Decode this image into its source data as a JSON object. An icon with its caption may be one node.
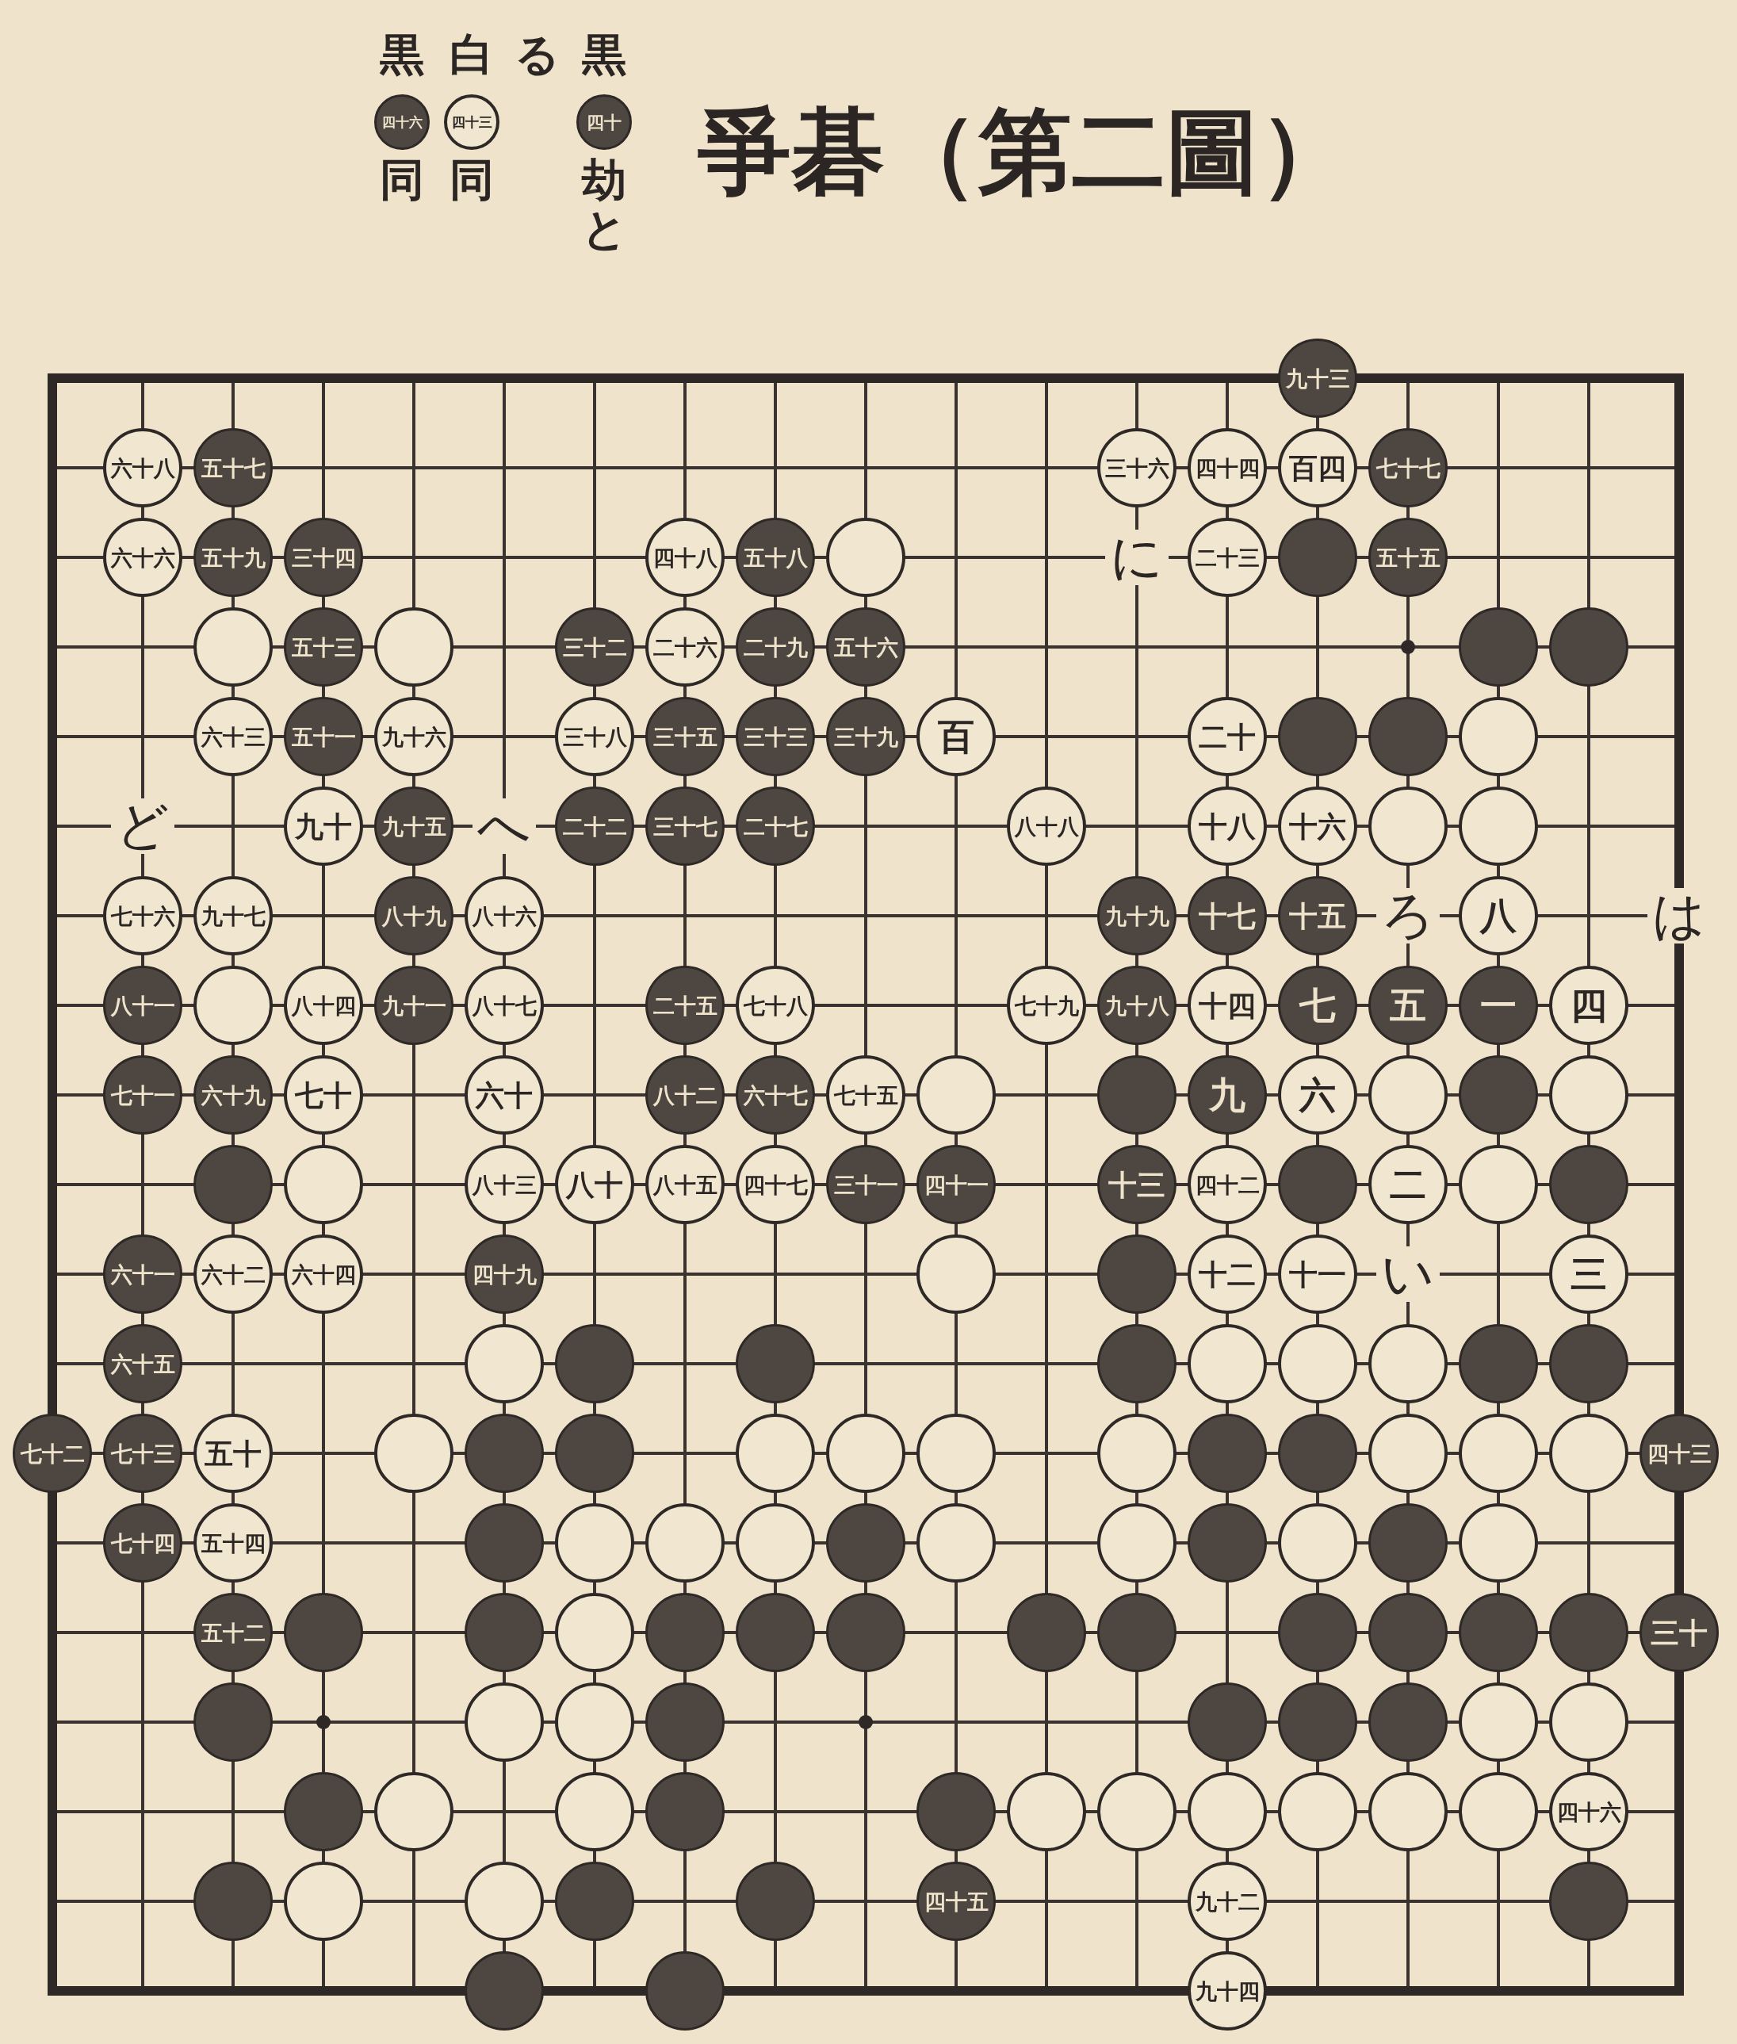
{
  "diagram": {
    "title": "爭碁（第二圖）",
    "nodes": [
      {
        "text": [
          "四十"
        ],
        "beside": [
          "黒",
          "劫と",
          "る"
        ]
      },
      {
        "text": [
          "四十三"
        ],
        "beside": [
          "白",
          "同"
        ]
      },
      {
        "text": [
          "四十六"
        ],
        "beside": [
          "黒",
          "同"
        ]
      },
      {
        "text": [
          "九十三"
        ]
      },
      {
        "text": [
          "六十八"
        ]
      },
      {
        "text": [
          "五十七"
        ]
      },
      {
        "text": [
          "三十六"
        ]
      },
      {
        "text": [
          "四十四"
        ]
      },
      {
        "text": [
          "百四"
        ]
      },
      {
        "text": [
          "七十七"
        ]
      },
      {
        "text": [
          "六十六"
        ]
      },
      {
        "text": [
          "五十九"
        ]
      },
      {
        "text": [
          "三十四"
        ]
      },
      {
        "text": [
          "四十八"
        ]
      },
      {
        "text": [
          "五十八"
        ]
      },
      {
        "text": [],
        "shape": "circle"
      },
      {
        "text": [
          "二十三"
        ]
      },
      {
        "text": [],
        "shape": "circle"
      },
      {
        "text": [
          "五十五"
        ]
      },
      {
        "text": [],
        "shape": "circle"
      },
      {
        "text": [
          "五十三"
        ]
      },
      {
        "text": [],
        "shape": "circle"
      },
      {
        "text": [
          "三十二"
        ]
      },
      {
        "text": [
          "二十六"
        ]
      },
      {
        "text": [
          "二十九"
        ]
      },
      {
        "text": [
          "五十六"
        ]
      },
      {
        "text": [],
        "shape": "circle"
      },
      {
        "text": [],
        "shape": "circle"
      },
      {
        "text": [
          "六十三"
        ]
      },
      {
        "text": [
          "五十一"
        ]
      },
      {
        "text": [
          "九十六"
        ]
      },
      {
        "text": [
          "三十八"
        ]
      },
      {
        "text": [
          "三十五"
        ]
      },
      {
        "text": [
          "三十三"
        ]
      },
      {
        "text": [
          "三十九"
        ]
      },
      {
        "text": [
          "百"
        ]
      },
      {
        "text": [
          "二十"
        ]
      },
      {
        "text": [],
        "shape": "circle"
      },
      {
        "text": [],
        "shape": "circle"
      },
      {
        "text": [],
        "shape": "circle"
      },
      {
        "text": [
          "九十"
        ]
      },
      {
        "text": [
          "九十五"
        ]
      },
      {
        "text": [
          "二十二"
        ]
      },
      {
        "text": [
          "三十七"
        ]
      },
      {
        "text": [
          "二十七"
        ]
      },
      {
        "text": [
          "八十八"
        ]
      },
      {
        "text": [
          "十八"
        ]
      },
      {
        "text": [
          "十六"
        ]
      },
      {
        "text": [],
        "shape": "circle"
      },
      {
        "text": [],
        "shape": "circle"
      },
      {
        "text": [
          "七十六"
        ]
      },
      {
        "text": [
          "九十七"
        ]
      },
      {
        "text": [
          "八十九"
        ]
      },
      {
        "text": [
          "八十六"
        ]
      },
      {
        "text": [
          "九十九"
        ]
      },
      {
        "text": [
          "十七"
        ]
      },
      {
        "text": [
          "十五"
        ]
      },
      {
        "text": [
          "八"
        ]
      },
      {
        "text": [
          "八十一"
        ]
      },
      {
        "text": [],
        "shape": "circle"
      },
      {
        "text": [
          "八十四"
        ]
      },
      {
        "text": [
          "九十一"
        ]
      },
      {
        "text": [
          "八十七"
        ]
      },
      {
        "text": [
          "二十五"
        ]
      },
      {
        "text": [
          "七十八"
        ]
      },
      {
        "text": [
          "七十九"
        ]
      },
      {
        "text": [
          "九十八"
        ]
      },
      {
        "text": [
          "十四"
        ]
      },
      {
        "text": [
          "七"
        ]
      },
      {
        "text": [
          "五"
        ]
      },
      {
        "text": [
          "一"
        ]
      },
      {
        "text": [
          "四"
        ]
      },
      {
        "text": [
          "七十一"
        ]
      },
      {
        "text": [
          "六十九"
        ]
      },
      {
        "text": [
          "七十"
        ]
      },
      {
        "text": [
          "六十"
        ]
      },
      {
        "text": [
          "八十二"
        ]
      },
      {
        "text": [
          "六十七"
        ]
      },
      {
        "text": [
          "七十五"
        ]
      },
      {
        "text": [],
        "shape": "circle"
      },
      {
        "text": [],
        "shape": "circle"
      },
      {
        "text": [
          "九"
        ]
      },
      {
        "text": [
          "六"
        ]
      },
      {
        "text": [],
        "shape": "circle"
      },
      {
        "text": [],
        "shape": "circle"
      },
      {
        "text": [],
        "shape": "circle"
      },
      {
        "text": [],
        "shape": "circle"
      },
      {
        "text": [],
        "shape": "circle"
      },
      {
        "text": [
          "八十三"
        ]
      },
      {
        "text": [
          "八十"
        ]
      },
      {
        "text": [
          "八十五"
        ]
      },
      {
        "text": [
          "四十七"
        ]
      },
      {
        "text": [
          "三十一"
        ]
      },
      {
        "text": [
          "四十一"
        ]
      },
      {
        "text": [
          "十三"
        ]
      },
      {
        "text": [
          "四十二"
        ]
      },
      {
        "text": [],
        "shape": "circle"
      },
      {
        "text": [
          "二"
        ]
      },
      {
        "text": [],
        "shape": "circle"
      },
      {
        "text": [],
        "shape": "circle"
      },
      {
        "text": [
          "六十一"
        ]
      },
      {
        "text": [
          "六十二"
        ]
      },
      {
        "text": [
          "六十四"
        ]
      },
      {
        "text": [
          "四十九"
        ]
      },
      {
        "text": [],
        "shape": "circle"
      },
      {
        "text": [],
        "shape": "circle"
      },
      {
        "text": [
          "十二"
        ]
      },
      {
        "text": [
          "十一"
        ]
      },
      {
        "text": [
          "三"
        ]
      },
      {
        "text": [
          "六十五"
        ]
      },
      {
        "text": [],
        "shape": "circle"
      },
      {
        "text": [],
        "shape": "circle"
      },
      {
        "text": [],
        "shape": "circle"
      },
      {
        "text": [],
        "shape": "circle"
      },
      {
        "text": [],
        "shape": "circle"
      },
      {
        "text": [],
        "shape": "circle"
      },
      {
        "text": [],
        "shape": "circle"
      },
      {
        "text": [],
        "shape": "circle"
      },
      {
        "text": [],
        "shape": "circle"
      },
      {
        "text": [
          "七十二"
        ]
      },
      {
        "text": [
          "七十三"
        ]
      },
      {
        "text": [
          "五十"
        ]
      },
      {
        "text": [],
        "shape": "circle"
      },
      {
        "text": [],
        "shape": "circle"
      },
      {
        "text": [],
        "shape": "circle"
      },
      {
        "text": [],
        "shape": "circle"
      },
      {
        "text": [],
        "shape": "circle"
      },
      {
        "text": [],
        "shape": "circle"
      },
      {
        "text": [],
        "shape": "circle"
      },
      {
        "text": [],
        "shape": "circle"
      },
      {
        "text": [],
        "shape": "circle"
      },
      {
        "text": [],
        "shape": "circle"
      },
      {
        "text": [],
        "shape": "circle"
      },
      {
        "text": [],
        "shape": "circle"
      },
      {
        "text": [
          "四十三"
        ]
      },
      {
        "text": [
          "七十四"
        ]
      },
      {
        "text": [
          "五十四"
        ]
      },
      {
        "text": [],
        "shape": "circle"
      },
      {
        "text": [],
        "shape": "circle"
      },
      {
        "text": [],
        "shape": "circle"
      },
      {
        "text": [],
        "shape": "circle"
      },
      {
        "text": [],
        "shape": "circle"
      },
      {
        "text": [],
        "shape": "circle"
      },
      {
        "text": [],
        "shape": "circle"
      },
      {
        "text": [],
        "shape": "circle"
      },
      {
        "text": [],
        "shape": "circle"
      },
      {
        "text": [],
        "shape": "circle"
      },
      {
        "text": [],
        "shape": "circle"
      },
      {
        "text": [
          "五十二"
        ]
      },
      {
        "text": [],
        "shape": "circle"
      },
      {
        "text": [],
        "shape": "circle"
      },
      {
        "text": [],
        "shape": "circle"
      },
      {
        "text": [],
        "shape": "circle"
      },
      {
        "text": [],
        "shape": "circle"
      },
      {
        "text": [],
        "shape": "circle"
      },
      {
        "text": [],
        "shape": "circle"
      },
      {
        "text": [],
        "shape": "circle"
      },
      {
        "text": [],
        "shape": "circle"
      },
      {
        "text": [],
        "shape": "circle"
      },
      {
        "text": [],
        "shape": "circle"
      },
      {
        "text": [],
        "shape": "circle"
      },
      {
        "text": [
          "三十"
        ]
      },
      {
        "text": [],
        "shape": "circle"
      },
      {
        "text": [],
        "shape": "circle"
      },
      {
        "text": [],
        "shape": "circle"
      },
      {
        "text": [],
        "shape": "circle"
      },
      {
        "text": [],
        "shape": "circle"
      },
      {
        "text": [],
        "shape": "circle"
      },
      {
        "text": [],
        "shape": "circle"
      },
      {
        "text": [],
        "shape": "circle"
      },
      {
        "text": [],
        "shape": "circle"
      },
      {
        "text": [],
        "shape": "circle"
      },
      {
        "text": [],
        "shape": "circle"
      },
      {
        "text": [],
        "shape": "circle"
      },
      {
        "text": [],
        "shape": "circle"
      },
      {
        "text": [],
        "shape": "circle"
      },
      {
        "text": [],
        "shape": "circle"
      },
      {
        "text": [],
        "shape": "circle"
      },
      {
        "text": [],
        "shape": "circle"
      },
      {
        "text": [],
        "shape": "circle"
      },
      {
        "text": [],
        "shape": "circle"
      },
      {
        "text": [],
        "shape": "circle"
      },
      {
        "text": [
          "四十六"
        ]
      },
      {
        "text": [],
        "shape": "circle"
      },
      {
        "text": [],
        "shape": "circle"
      },
      {
        "text": [],
        "shape": "circle"
      },
      {
        "text": [],
        "shape": "circle"
      },
      {
        "text": [],
        "shape": "circle"
      },
      {
        "text": [
          "四十五"
        ]
      },
      {
        "text": [
          "九十二"
        ]
      },
      {
        "text": [],
        "shape": "circle"
      },
      {
        "text": [],
        "shape": "circle"
      },
      {
        "text": [],
        "shape": "circle"
      },
      {
        "text": [
          "九十四"
        ]
      }
    ],
    "labels": [
      "に",
      "ど",
      "へ",
      "ろ",
      "は",
      "い"
    ]
  }
}
